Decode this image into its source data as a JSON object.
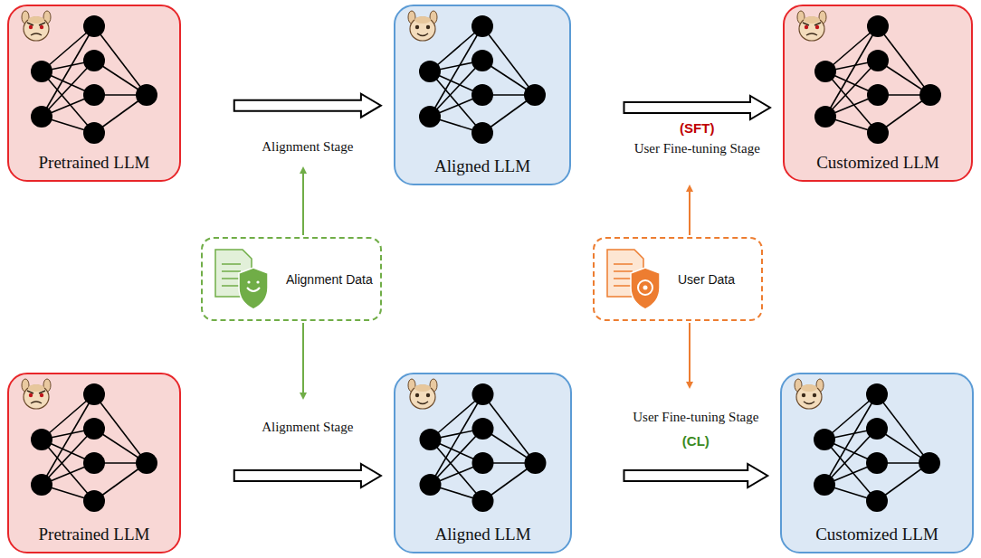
{
  "diagram": {
    "nodes": [
      {
        "text": [
          "Pretrained LLM"
        ]
      },
      {
        "text": [
          "Aligned LLM"
        ]
      },
      {
        "text": [
          "Customized LLM"
        ]
      },
      {
        "text": [
          "Alignment Data"
        ]
      },
      {
        "text": [
          "User Data"
        ]
      },
      {
        "text": [
          "Pretrained LLM"
        ]
      },
      {
        "text": [
          "Aligned LLM"
        ]
      },
      {
        "text": [
          "Customized LLM"
        ]
      }
    ],
    "edges": [
      {
        "from": 0,
        "to": 1,
        "arrow": "to",
        "label": "Alignment Stage"
      },
      {
        "from": 1,
        "to": 2,
        "arrow": "to",
        "label": "User Fine-tuning Stage"
      },
      {
        "from": 5,
        "to": 6,
        "arrow": "to",
        "label": "Alignment Stage"
      },
      {
        "from": 6,
        "to": 7,
        "arrow": "to",
        "label": "User Fine-tuning Stage"
      }
    ],
    "labels": [
      "(SFT)",
      "(CL)"
    ]
  }
}
